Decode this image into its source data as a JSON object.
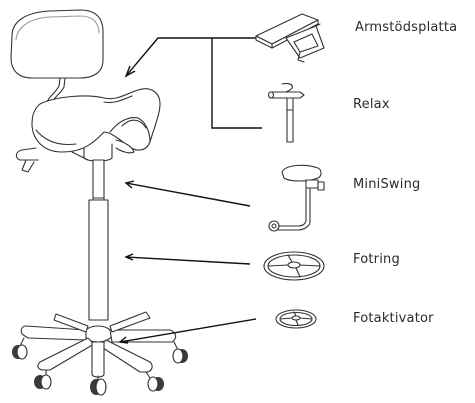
{
  "labels": {
    "armrest": "Armstödsplatta",
    "relax": "Relax",
    "miniswing": "MiniSwing",
    "footring": "Fotring",
    "footactivator": "Fotaktivator"
  },
  "colors": {
    "line": "#111111",
    "drawing": "#333333",
    "text": "#2b2b2b"
  }
}
